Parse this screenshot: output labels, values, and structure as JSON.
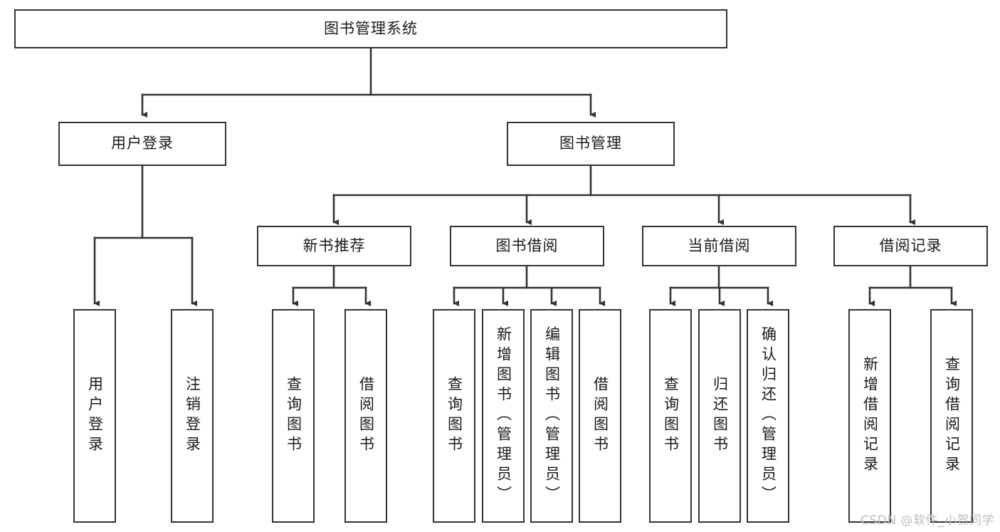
{
  "diagram": {
    "title": "图书管理系统",
    "type": "tree-hierarchy-diagram",
    "watermark": "CSDN @软件_小贺同学",
    "colors": {
      "box_border": "#333333",
      "box_fill": "#ffffff",
      "connector": "#333333",
      "text": "#1a1a1a",
      "watermark": "#bdbdbd"
    },
    "root": {
      "label": "图书管理系统"
    },
    "level2": [
      {
        "label": "用户登录"
      },
      {
        "label": "图书管理"
      }
    ],
    "level3": [
      {
        "label": "新书推荐"
      },
      {
        "label": "图书借阅"
      },
      {
        "label": "当前借阅"
      },
      {
        "label": "借阅记录"
      }
    ],
    "leaves": {
      "user_login": [
        {
          "label": "用户登录"
        },
        {
          "label": "注销登录"
        }
      ],
      "new_book_recommend": [
        {
          "label": "查询图书"
        },
        {
          "label": "借阅图书"
        }
      ],
      "book_borrow": [
        {
          "label": "查询图书"
        },
        {
          "label": "新增图书（管理员）"
        },
        {
          "label": "编辑图书（管理员）"
        },
        {
          "label": "借阅图书"
        }
      ],
      "current_borrow": [
        {
          "label": "查询图书"
        },
        {
          "label": "归还图书"
        },
        {
          "label": "确认归还（管理员）"
        }
      ],
      "borrow_record": [
        {
          "label": "新增借阅记录"
        },
        {
          "label": "查询借阅记录"
        }
      ]
    }
  }
}
